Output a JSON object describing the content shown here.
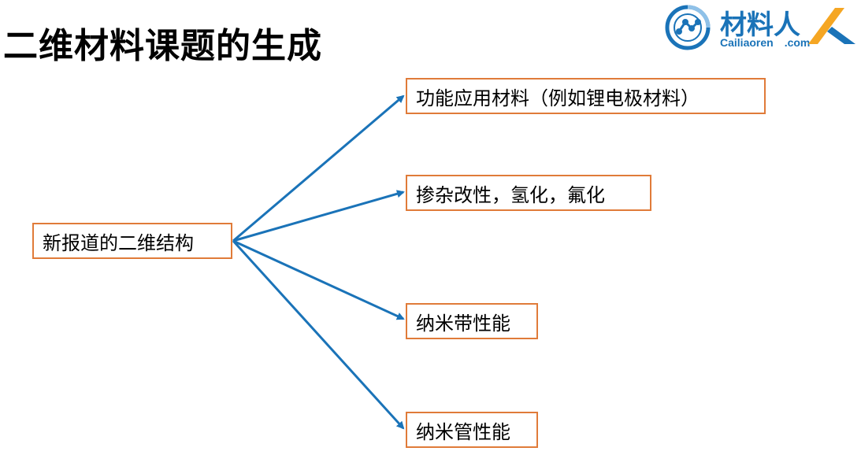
{
  "title": "二维材料课题的生成",
  "logo": {
    "name": "材料人",
    "latin": "Cailiaoren",
    "domain": ".com"
  },
  "diagram": {
    "source": "新报道的二维结构",
    "targets": [
      "功能应用材料（例如锂电极材料）",
      "掺杂改性，氢化，氟化",
      "纳米带性能",
      "纳米管性能"
    ]
  },
  "colors": {
    "arrow": "#1a73b8",
    "box_border": "#e07b39",
    "logo": "#1a73b8",
    "logo_accent": "#f5a623"
  }
}
